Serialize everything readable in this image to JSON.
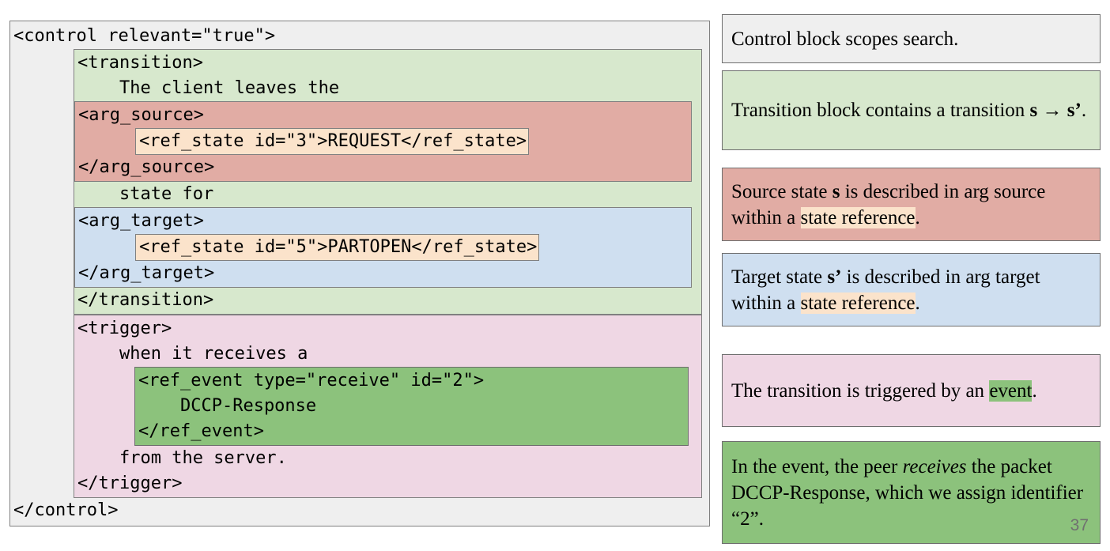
{
  "code": {
    "control_open": "<control relevant=\"true\">",
    "control_close": "</control>",
    "transition": {
      "open": "<transition>",
      "close": "</transition>",
      "prose_before": "    The client leaves the",
      "prose_middle": "    state for",
      "arg_source": {
        "open": "<arg_source>",
        "close": "</arg_source>",
        "ref_state": "<ref_state id=\"3\">REQUEST</ref_state>"
      },
      "arg_target": {
        "open": "<arg_target>",
        "close": "</arg_target>",
        "ref_state": "<ref_state id=\"5\">PARTOPEN</ref_state>"
      }
    },
    "trigger": {
      "open": "<trigger>",
      "close": "</trigger>",
      "prose_before": "    when it receives a",
      "prose_after": "    from the server.",
      "ref_event": {
        "open": "<ref_event type=\"receive\" id=\"2\">",
        "body": "    DCCP-Response",
        "close": "</ref_event>"
      }
    }
  },
  "cards": [
    {
      "id": "control",
      "parts": [
        {
          "text": "Control block scopes search.",
          "style": "plain"
        }
      ]
    },
    {
      "id": "transition",
      "parts": [
        {
          "text": "Transition block contains a transition ",
          "style": "plain"
        },
        {
          "text": "s",
          "style": "bold"
        },
        {
          "text": " → ",
          "style": "bold"
        },
        {
          "text": "s’",
          "style": "bold"
        },
        {
          "text": ".",
          "style": "plain"
        }
      ]
    },
    {
      "id": "arg-source",
      "parts": [
        {
          "text": "Source state ",
          "style": "plain"
        },
        {
          "text": "s",
          "style": "bold"
        },
        {
          "text": " is described in arg source within a ",
          "style": "plain"
        },
        {
          "text": "state reference",
          "style": "highlight-state"
        },
        {
          "text": ".",
          "style": "plain"
        }
      ]
    },
    {
      "id": "arg-target",
      "parts": [
        {
          "text": "Target state ",
          "style": "plain"
        },
        {
          "text": "s’",
          "style": "bold"
        },
        {
          "text": " is described in arg target within a ",
          "style": "plain"
        },
        {
          "text": "state reference",
          "style": "highlight-state"
        },
        {
          "text": ".",
          "style": "plain"
        }
      ]
    },
    {
      "id": "trigger",
      "parts": [
        {
          "text": "The transition is triggered by an ",
          "style": "plain"
        },
        {
          "text": "event",
          "style": "highlight-event"
        },
        {
          "text": ".",
          "style": "plain"
        }
      ]
    },
    {
      "id": "ref-event",
      "parts": [
        {
          "text": "In the event, the peer ",
          "style": "plain"
        },
        {
          "text": "receives",
          "style": "italic"
        },
        {
          "text": " the packet DCCP-Response, which we assign identifier “2”.",
          "style": "plain"
        }
      ]
    }
  ],
  "page_number": "37",
  "colors": {
    "control": "#efefef",
    "transition": "#d7e8cd",
    "arg_source": "#e1aca4",
    "arg_target": "#cfdff0",
    "ref_state": "#fbe3cb",
    "trigger": "#efd7e4",
    "ref_event": "#8cc27c",
    "border": "#6e6e6e",
    "page_number": "#707070"
  }
}
